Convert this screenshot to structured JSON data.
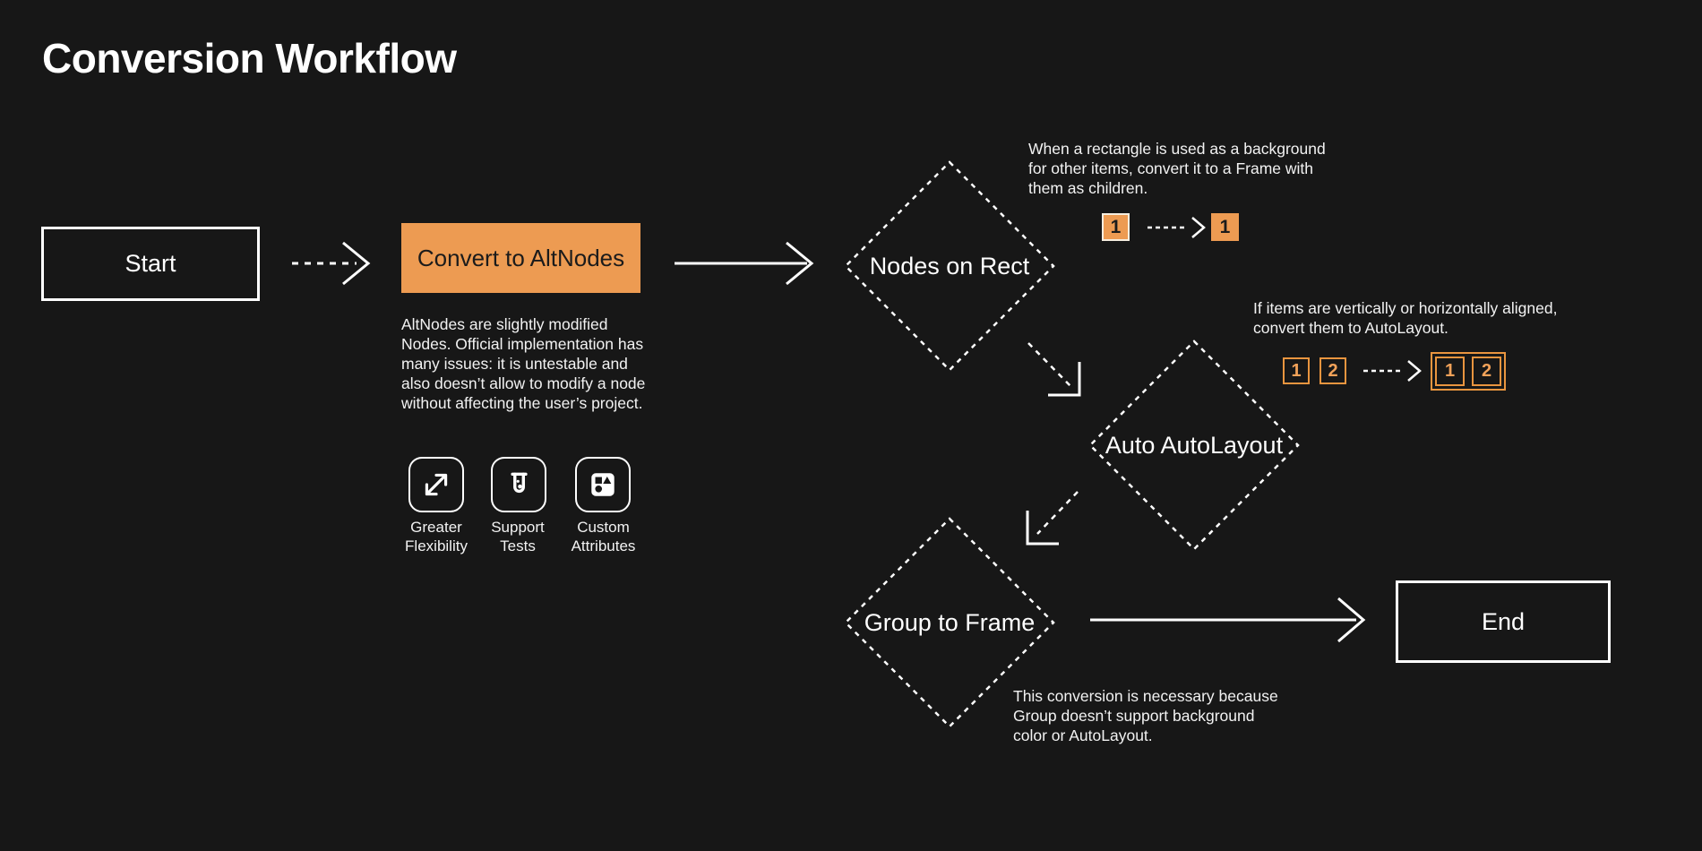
{
  "page": {
    "title": "Conversion Workflow",
    "background_color": "#171717",
    "accent_color": "#ED9B52",
    "accent_outline_color": "#E9953F"
  },
  "nodes": {
    "start": {
      "label": "Start",
      "shape": "rectangle-outline"
    },
    "convert": {
      "label": "Convert to AltNodes",
      "shape": "rectangle-filled-orange"
    },
    "nodes_on_rect": {
      "label": "Nodes on Rect",
      "shape": "diamond-dashed"
    },
    "auto_autolayout": {
      "label": "Auto AutoLayout",
      "shape": "diamond-dashed"
    },
    "group_to_frame": {
      "label": "Group to Frame",
      "shape": "diamond-dashed"
    },
    "end": {
      "label": "End",
      "shape": "rectangle-outline"
    }
  },
  "annotations": {
    "altnodes_description": "AltNodes are slightly modified Nodes. Official implementation has many issues: it is untestable and also doesn’t allow to modify a node without affecting the user’s project.",
    "nodes_on_rect_note": "When a rectangle is used as a background for other items, convert it to a Frame with them as children.",
    "autolayout_note": "If items are vertically or horizontally aligned, convert them to AutoLayout.",
    "group_note": "This conversion is necessary because Group doesn’t support background color or AutoLayout."
  },
  "features": [
    {
      "icon": "expand-arrows-icon",
      "label": "Greater Flexibility"
    },
    {
      "icon": "test-tube-icon",
      "label": "Support Tests"
    },
    {
      "icon": "shapes-attributes-icon",
      "label": "Custom Attributes"
    }
  ],
  "mini_diagrams": {
    "rect_to_frame": {
      "before": [
        "1"
      ],
      "after": [
        "1"
      ]
    },
    "items_to_autolayout": {
      "before": [
        "1",
        "2"
      ],
      "after": [
        "1",
        "2"
      ]
    }
  }
}
